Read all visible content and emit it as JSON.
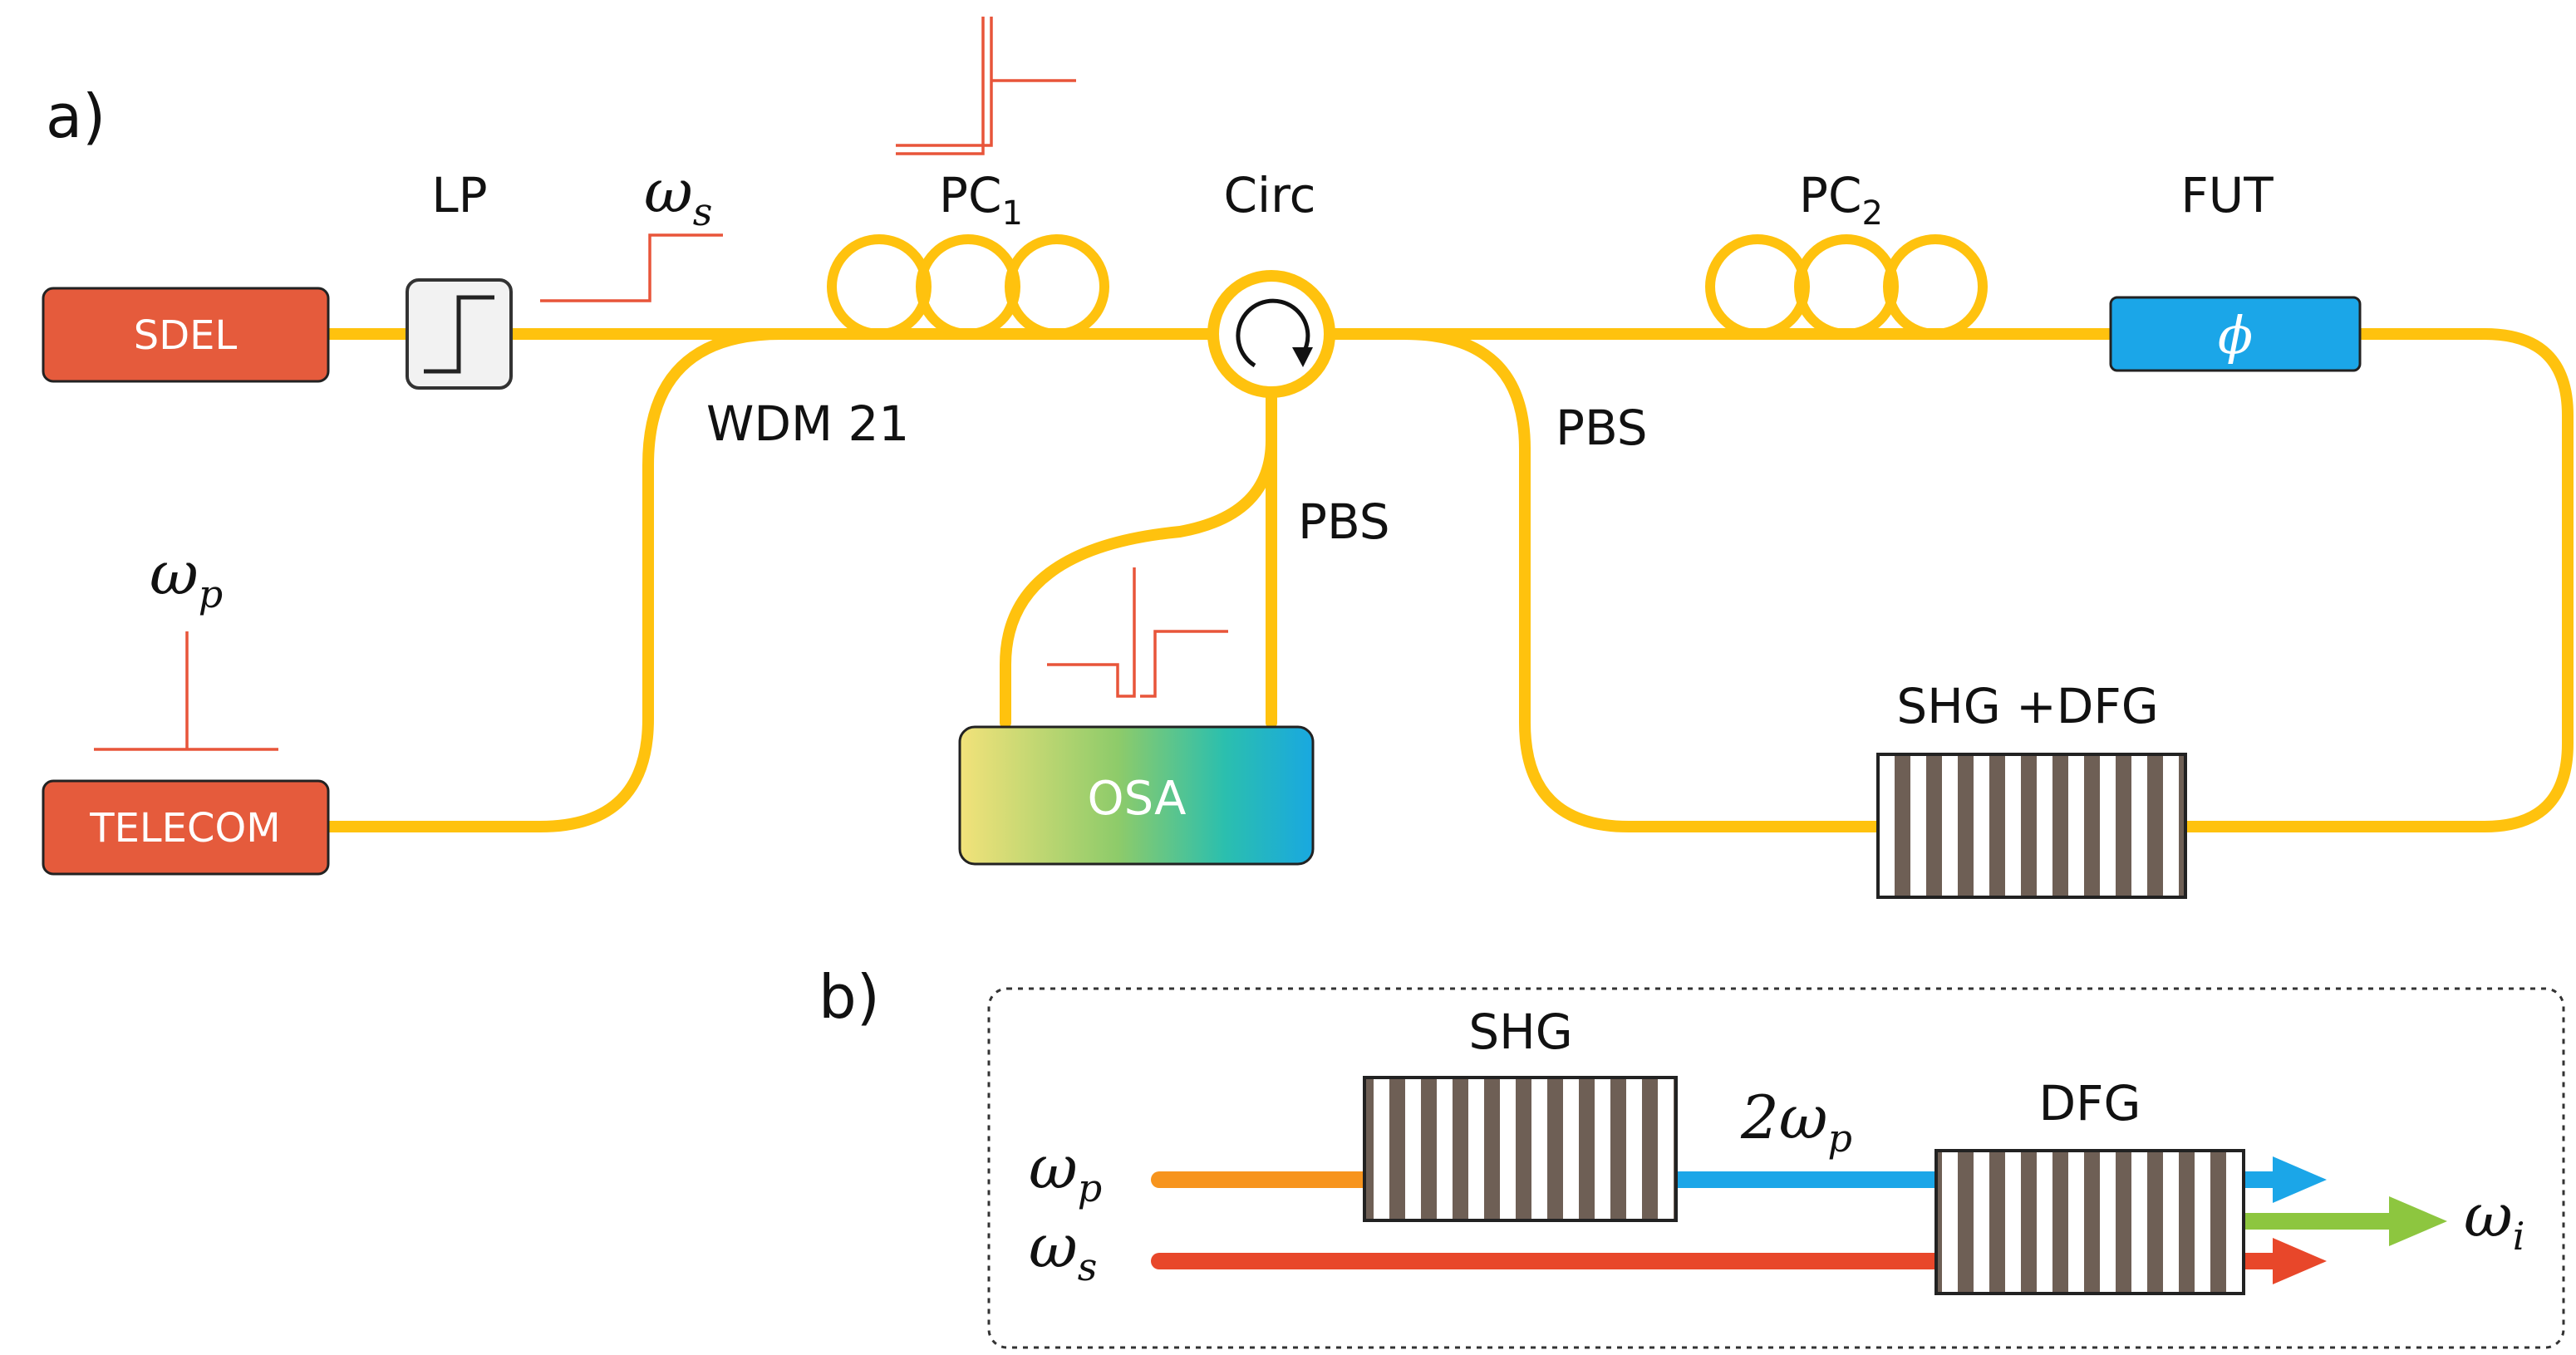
{
  "panel_a": {
    "label": "a)",
    "sources": {
      "sdel": "SDEL",
      "telecom": "TELECOM"
    },
    "lp_label": "LP",
    "omega_s": "ω",
    "omega_s_sub": "s",
    "omega_p": "ω",
    "omega_p_sub": "p",
    "pc1": "PC",
    "pc1_sub": "1",
    "circ": "Circ",
    "pc2": "PC",
    "pc2_sub": "2",
    "fut": "FUT",
    "fut_symbol": "ϕ",
    "wdm": "WDM 21",
    "pbs_left": "PBS",
    "pbs_right": "PBS",
    "osa": "OSA",
    "shg_dfg": "SHG +DFG"
  },
  "panel_b": {
    "label": "b)",
    "shg": "SHG",
    "dfg": "DFG",
    "two_omega_p": "2ω",
    "two_omega_p_sub": "p",
    "omega_p": "ω",
    "omega_p_sub": "p",
    "omega_s": "ω",
    "omega_s_sub": "s",
    "omega_i": "ω",
    "omega_i_sub": "i"
  },
  "colors": {
    "fiber": "#FFC20E",
    "laser_box": "#E55B3C",
    "signal_trace": "#E8553A",
    "fut_box": "#1BA6E8",
    "pump_beam": "#F7941D",
    "sh_beam": "#1BA6E8",
    "idler_beam": "#8DC63F",
    "signal_beam": "#E8472A",
    "grating_dark": "#6E5F55"
  }
}
